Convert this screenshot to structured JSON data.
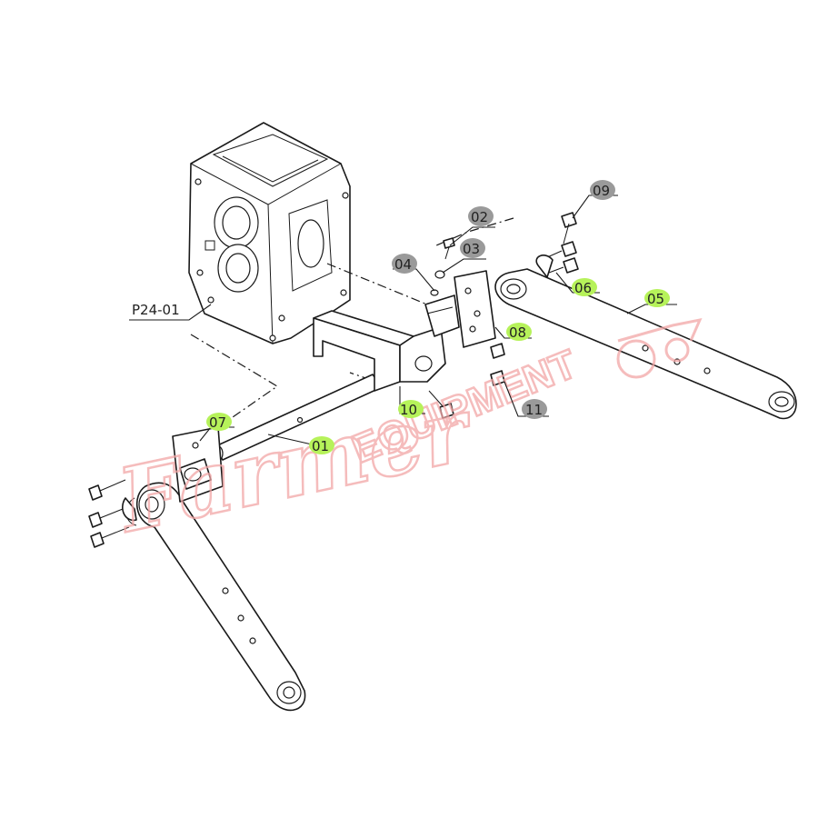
{
  "diagram": {
    "part_labels": [
      {
        "id": "p24",
        "text": "P24-01"
      },
      {
        "id": "c01",
        "text": "01"
      },
      {
        "id": "c02",
        "text": "02"
      },
      {
        "id": "c03",
        "text": "03"
      },
      {
        "id": "c04",
        "text": "04"
      },
      {
        "id": "c05",
        "text": "05"
      },
      {
        "id": "c06",
        "text": "06"
      },
      {
        "id": "c07",
        "text": "07"
      },
      {
        "id": "c08",
        "text": "08"
      },
      {
        "id": "c09",
        "text": "09"
      },
      {
        "id": "c10",
        "text": "10"
      },
      {
        "id": "c11",
        "text": "11"
      }
    ],
    "watermark": {
      "script": "Farmer",
      "block": "EQUIPMENT"
    },
    "colors": {
      "line": "#1a1a1a",
      "highlight_green": "#b6f25a",
      "badge_grey": "#9a9a9a",
      "watermark_red": "#f2a6a6"
    }
  }
}
